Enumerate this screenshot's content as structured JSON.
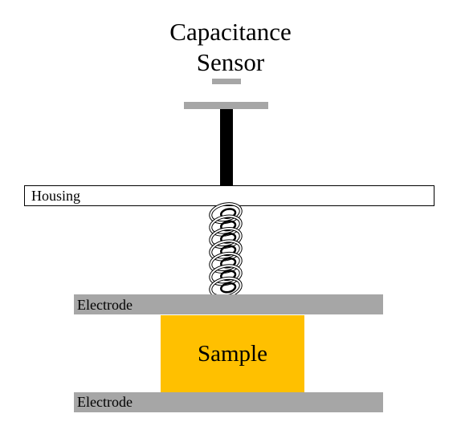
{
  "diagram": {
    "sensor_label_line1": "Capacitance",
    "sensor_label_line2": "Sensor",
    "housing_label": "Housing",
    "top_electrode_label": "Electrode",
    "sample_label": "Sample",
    "bottom_electrode_label": "Electrode",
    "colors": {
      "electrode": "#a6a6a6",
      "sample": "#ffc000",
      "rod": "#000000",
      "housing_border": "#000000"
    },
    "icons": [
      "spring-icon"
    ]
  }
}
